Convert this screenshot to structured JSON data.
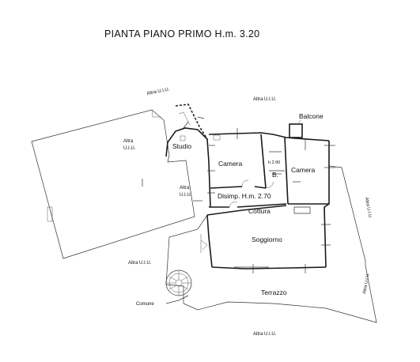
{
  "title": "PIANTA PIANO PRIMO H.m. 3.20",
  "labels": {
    "altra_top_left": "Altra U.I.U.",
    "altra_top_center": "Altra U.I.U.",
    "altra_left_1": "Altra",
    "altra_left_2": "U.I.U.",
    "altra_center_1": "Altra",
    "altra_center_2": "U.I.U.",
    "altra_right": "Altra U.I.U.",
    "altra_right_bottom": "Altra U.I.U.",
    "altra_stair": "Altra U.I.U.",
    "altra_bottom": "Altra U.I.U.",
    "comune": "Comune",
    "balcone": "Balcone",
    "studio": "Studio",
    "camera_left": "Camera",
    "camera_right": "Camera",
    "bagno": "B.",
    "bagno_height": "h.2.90",
    "disimpegno": "Disimp. H.m. 2.70",
    "cottura": "Cottura",
    "soggiorno": "Soggiorno",
    "terrazzo": "Terrazzo"
  }
}
